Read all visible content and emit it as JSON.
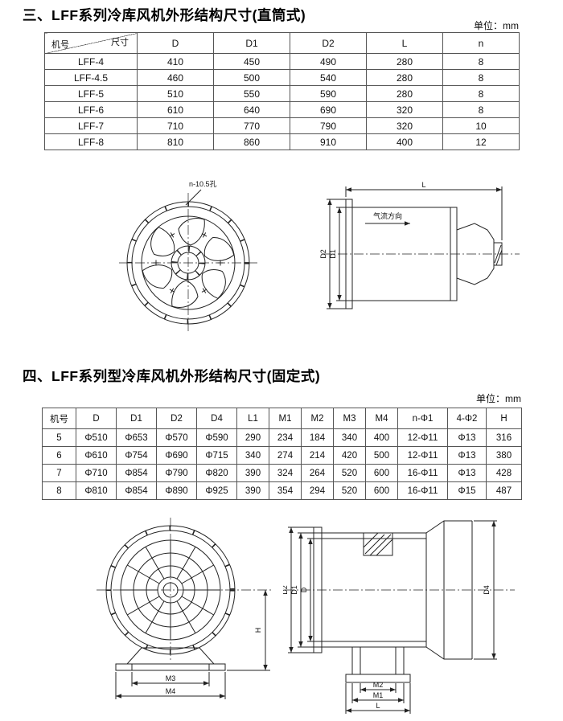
{
  "section3": {
    "title": "三、LFF系列冷库风机外形结构尺寸(直筒式)",
    "unit_label": "单位：mm",
    "table": {
      "corner_top": "尺寸",
      "corner_bottom": "机号",
      "headers": [
        "D",
        "D1",
        "D2",
        "L",
        "n"
      ],
      "rows": [
        [
          "LFF-4",
          "410",
          "450",
          "490",
          "280",
          "8"
        ],
        [
          "LFF-4.5",
          "460",
          "500",
          "540",
          "280",
          "8"
        ],
        [
          "LFF-5",
          "510",
          "550",
          "590",
          "280",
          "8"
        ],
        [
          "LFF-6",
          "610",
          "640",
          "690",
          "320",
          "8"
        ],
        [
          "LFF-7",
          "710",
          "770",
          "790",
          "320",
          "10"
        ],
        [
          "LFF-8",
          "810",
          "860",
          "910",
          "400",
          "12"
        ]
      ]
    },
    "front_view": {
      "hole_label": "n-10.5孔"
    },
    "side_view": {
      "dim_l": "L",
      "airflow_label": "气流方向",
      "dim_d2": "D2",
      "dim_d1": "D1"
    }
  },
  "section4": {
    "title": "四、LFF系列型冷库风机外形结构尺寸(固定式)",
    "unit_label": "单位：mm",
    "table": {
      "headers": [
        "机号",
        "D",
        "D1",
        "D2",
        "D4",
        "L1",
        "M1",
        "M2",
        "M3",
        "M4",
        "n-Φ1",
        "4-Φ2",
        "H"
      ],
      "rows": [
        [
          "5",
          "Φ510",
          "Φ653",
          "Φ570",
          "Φ590",
          "290",
          "234",
          "184",
          "340",
          "400",
          "12-Φ11",
          "Φ13",
          "316"
        ],
        [
          "6",
          "Φ610",
          "Φ754",
          "Φ690",
          "Φ715",
          "340",
          "274",
          "214",
          "420",
          "500",
          "12-Φ11",
          "Φ13",
          "380"
        ],
        [
          "7",
          "Φ710",
          "Φ854",
          "Φ790",
          "Φ820",
          "390",
          "324",
          "264",
          "520",
          "600",
          "16-Φ11",
          "Φ13",
          "428"
        ],
        [
          "8",
          "Φ810",
          "Φ854",
          "Φ890",
          "Φ925",
          "390",
          "354",
          "294",
          "520",
          "600",
          "16-Φ11",
          "Φ15",
          "487"
        ]
      ]
    },
    "front_view": {
      "dim_m3": "M3",
      "dim_m4": "M4",
      "dim_h": "H"
    },
    "side_view": {
      "dim_d2": "D2",
      "dim_d1": "D1",
      "dim_d": "D",
      "dim_d4": "D4",
      "dim_m2": "M2",
      "dim_m1": "M1",
      "dim_l": "L"
    }
  }
}
